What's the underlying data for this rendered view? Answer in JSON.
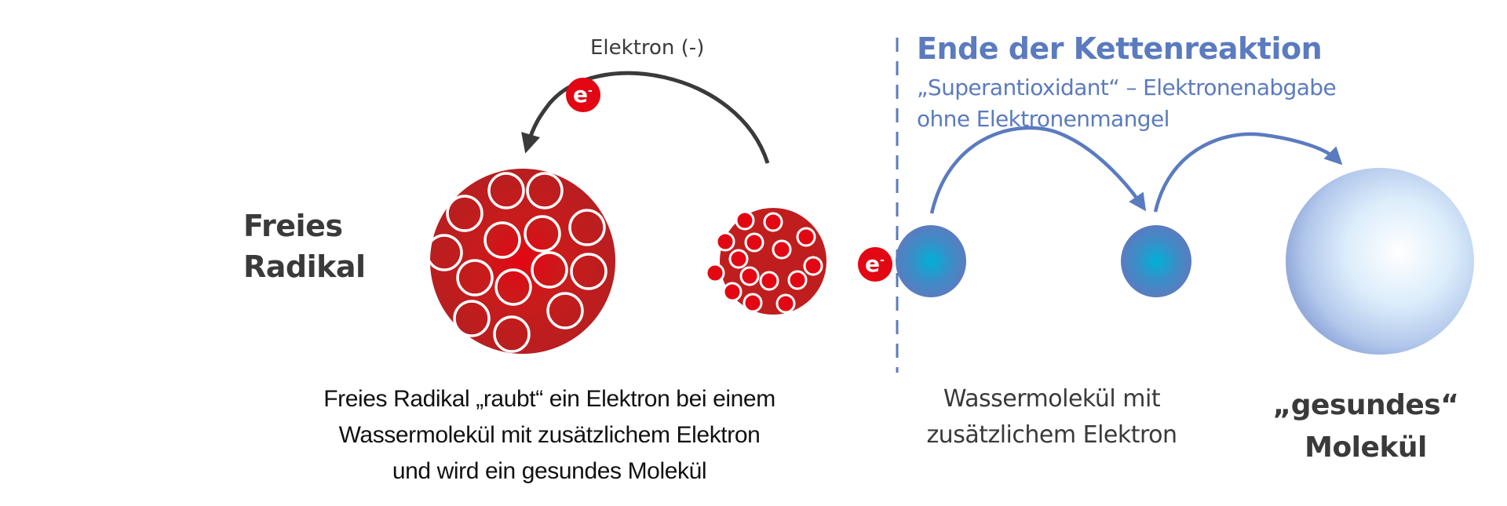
{
  "colors": {
    "radical_red": "#c01e1e",
    "radical_red_center": "#e30613",
    "electron_red": "#e30613",
    "arrow_dark": "#3a3a3a",
    "accent_blue": "#5b7bbf",
    "water_center": "#00aad2",
    "water_edge": "#5b7bbf",
    "healthy_light": "#f4faff",
    "healthy_edge": "#8aa2d6"
  },
  "left_panel": {
    "arrow_label": "Elektron (-)",
    "electron_symbol": "e",
    "electron_charge": "-",
    "radical_label_line1": "Freies",
    "radical_label_line2": "Radikal",
    "caption_lines": [
      "Freies Radikal „raubt“ ein Elektron bei einem",
      "Wassermolekül mit zusätzlichem Elektron",
      "und wird ein gesundes Molekül"
    ]
  },
  "right_panel": {
    "title": "Ende der Kettenreaktion",
    "subtitle_lines": [
      "„Superantioxidant“ – Elektronenabgabe",
      "ohne Elektronenmangel"
    ],
    "electron_symbol": "e",
    "electron_charge": "-",
    "water_caption_lines": [
      "Wassermolekül mit",
      "zusätzlichem Elektron"
    ],
    "healthy_caption_lines": [
      "„gesundes“",
      "Molekül"
    ]
  }
}
